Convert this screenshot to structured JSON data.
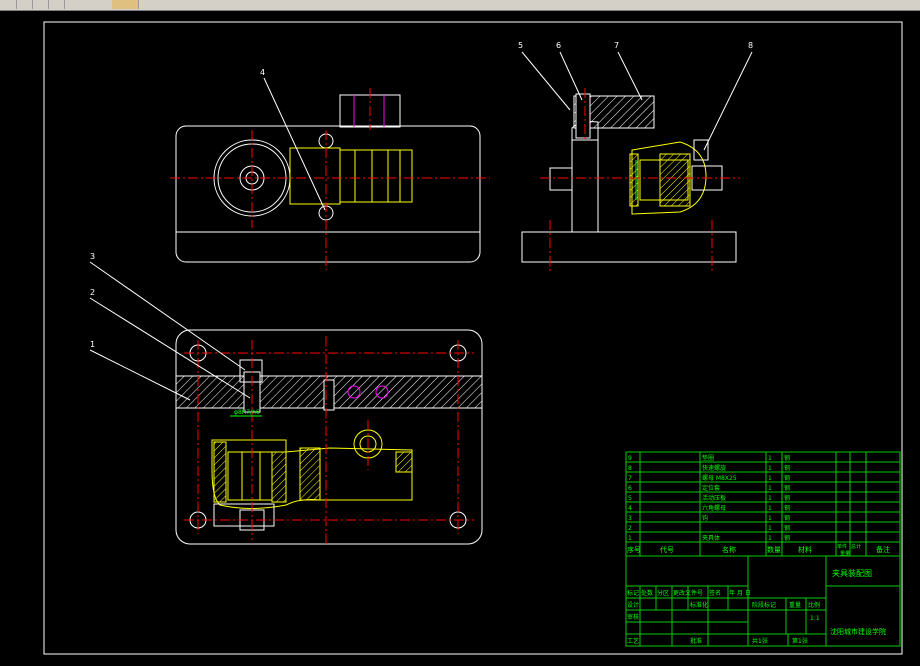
{
  "window": {
    "toolbar_buttons": [
      "new-icon",
      "open-icon",
      "save-icon",
      "print-icon",
      "pan-icon"
    ]
  },
  "colors": {
    "background": "#000000",
    "outline": "#ffffff",
    "hidden": "#ffff00",
    "center": "#ff0000",
    "table": "#00cc00",
    "dim": "#00ff00",
    "magenta": "#ff00ff"
  },
  "balloons": [
    "1",
    "2",
    "3",
    "4",
    "5",
    "6",
    "7",
    "8"
  ],
  "dimension_label": "φ8H7/h6",
  "parts_list": [
    {
      "no": "9",
      "name": "垫圈",
      "qty": "1",
      "mat": "钢"
    },
    {
      "no": "8",
      "name": "快速螺旋",
      "qty": "1",
      "mat": "钢"
    },
    {
      "no": "7",
      "name": "螺母 M8X25",
      "qty": "1",
      "mat": "钢"
    },
    {
      "no": "6",
      "name": "定位套",
      "qty": "1",
      "mat": "钢"
    },
    {
      "no": "5",
      "name": "活动压板",
      "qty": "1",
      "mat": "钢"
    },
    {
      "no": "4",
      "name": "六角螺母",
      "qty": "1",
      "mat": "钢"
    },
    {
      "no": "3",
      "name": "钩",
      "qty": "1",
      "mat": "钢"
    },
    {
      "no": "2",
      "name": "",
      "qty": "1",
      "mat": "钢"
    },
    {
      "no": "1",
      "name": "夹具体",
      "qty": "1",
      "mat": "钢"
    }
  ],
  "parts_header": {
    "no": "序号",
    "code": "代号",
    "name": "名称",
    "qty": "数量",
    "mat": "材料",
    "unit_wt": "单件",
    "total_wt": "总计",
    "weight": "重量",
    "note": "备注"
  },
  "title_block": {
    "drawing_name": "夹具装配图",
    "school": "沈阳城市建设学院",
    "row_labels": [
      "标记",
      "处数",
      "分区",
      "更改文件号",
      "签名",
      "年 月 日"
    ],
    "sign_labels": [
      "设计",
      "审核",
      "工艺"
    ],
    "stage_mark": "阶段标记",
    "weight": "重量",
    "scale": "比例",
    "scale_value": "1:1",
    "sheets": "共1张",
    "sheet_no": "第1张",
    "std": "标准化",
    "approve": "批准"
  }
}
